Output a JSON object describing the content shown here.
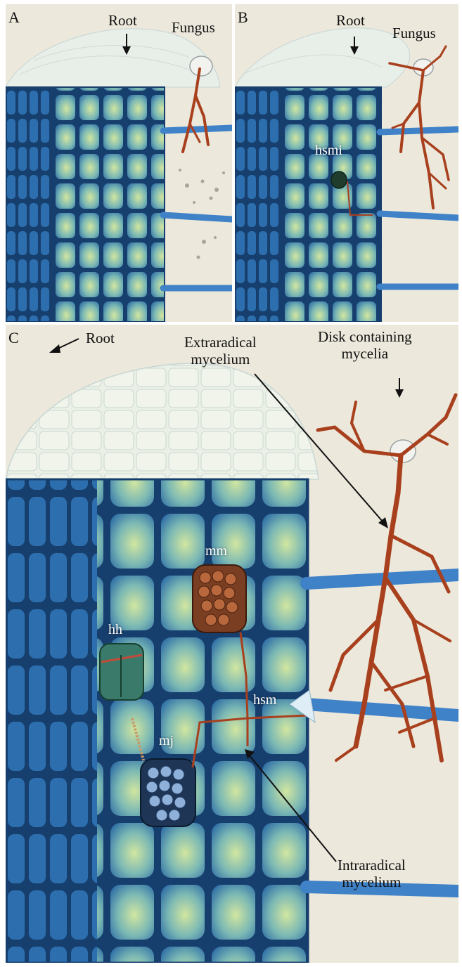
{
  "panels": {
    "a": {
      "letter": "A",
      "root": "Root",
      "fungus": "Fungus"
    },
    "b": {
      "letter": "B",
      "root": "Root",
      "fungus": "Fungus",
      "hsmi": "hsmi"
    },
    "c": {
      "letter": "C",
      "root": "Root",
      "extraradical_1": "Extraradical",
      "extraradical_2": "mycelium",
      "disk_1": "Disk containing",
      "disk_2": "mycelia",
      "mm": "mm",
      "hh": "hh",
      "hsm": "hsm",
      "mj": "mj",
      "intraradical_1": "Intraradical",
      "intraradical_2": "mycelium"
    }
  },
  "colors": {
    "background": "#ece8dc",
    "root_cap": "#e8eee8",
    "tissue": "#1f5a96",
    "cell_inner": "#7bb8b4",
    "cell_highlight": "#d2e6a0",
    "hypha": "#a8401e",
    "root_hair": "#3f82c8"
  }
}
